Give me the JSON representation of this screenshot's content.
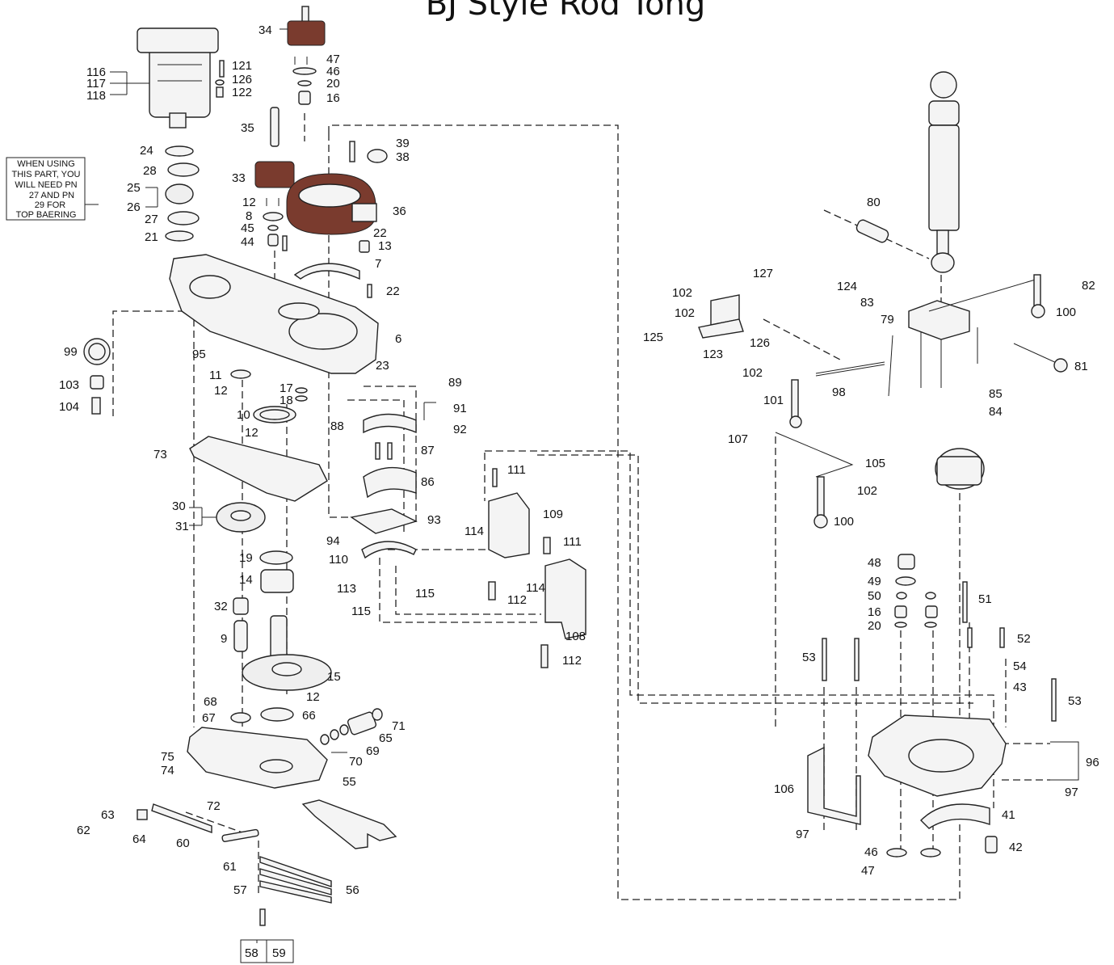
{
  "title": "BJ Style Rod Tong",
  "note": {
    "lines": [
      "WHEN USING",
      "THIS PART, YOU",
      "WILL NEED PN",
      "27 AND PN",
      "29 FOR",
      "TOP BAERING"
    ]
  },
  "callouts": {
    "c0": "34",
    "c1": "47",
    "c2": "46",
    "c3": "20",
    "c4": "16",
    "c5": "121",
    "c6": "126",
    "c7": "122",
    "c8": "116",
    "c9": "117",
    "c10": "118",
    "c11": "35",
    "c12": "39",
    "c13": "38",
    "c14": "24",
    "c15": "28",
    "c16": "33",
    "c17": "25",
    "c18": "26",
    "c19": "27",
    "c20": "21",
    "c21": "12",
    "c22": "8",
    "c23": "45",
    "c24": "44",
    "c25": "36",
    "c26": "22",
    "c27": "13",
    "c28": "7",
    "c29": "22",
    "c30": "6",
    "c31": "99",
    "c32": "95",
    "c33": "23",
    "c34": "103",
    "c35": "104",
    "c36": "11",
    "c37": "12",
    "c38": "17",
    "c39": "18",
    "c40": "89",
    "c41": "91",
    "c42": "92",
    "c43": "10",
    "c44": "12",
    "c45": "88",
    "c46": "87",
    "c47": "73",
    "c48": "86",
    "c49": "111",
    "c50": "30",
    "c51": "31",
    "c52": "93",
    "c53": "109",
    "c54": "114",
    "c55": "94",
    "c56": "110",
    "c57": "111",
    "c58": "19",
    "c59": "14",
    "c60": "114",
    "c61": "113",
    "c62": "115",
    "c63": "112",
    "c64": "32",
    "c65": "115",
    "c66": "9",
    "c67": "108",
    "c68": "112",
    "c69": "15",
    "c70": "12",
    "c71": "68",
    "c72": "67",
    "c73": "66",
    "c74": "71",
    "c75": "65",
    "c76": "69",
    "c77": "70",
    "c78": "75",
    "c79": "74",
    "c80": "55",
    "c81": "72",
    "c82": "63",
    "c83": "62",
    "c84": "64",
    "c85": "60",
    "c86": "61",
    "c87": "57",
    "c88": "56",
    "c89": "58",
    "c90": "59",
    "c91": "80",
    "c92": "127",
    "c93": "102",
    "c94": "124",
    "c95": "82",
    "c96": "102",
    "c97": "83",
    "c98": "100",
    "c99": "79",
    "c100": "125",
    "c101": "123",
    "c102": "126",
    "c103": "81",
    "c104": "102",
    "c105": "98",
    "c106": "85",
    "c107": "101",
    "c108": "84",
    "c109": "107",
    "c110": "105",
    "c111": "102",
    "c112": "100",
    "c113": "48",
    "c114": "49",
    "c115": "50",
    "c116": "51",
    "c117": "16",
    "c118": "20",
    "c119": "52",
    "c120": "53",
    "c121": "54",
    "c122": "43",
    "c123": "53",
    "c124": "96",
    "c125": "106",
    "c126": "97",
    "c127": "41",
    "c128": "97",
    "c129": "42",
    "c130": "46",
    "c131": "47"
  }
}
